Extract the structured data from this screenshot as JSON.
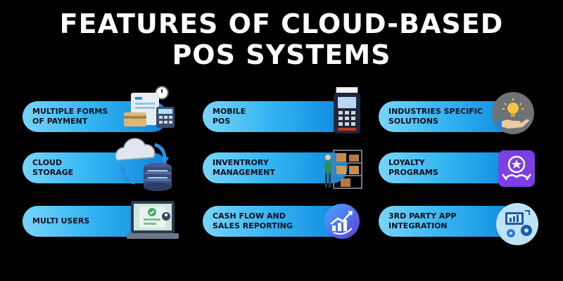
{
  "title": {
    "line1": "FEATURES OF CLOUD-BASED",
    "line2": "POS SYSTEMS"
  },
  "features": [
    {
      "label": "MULTIPLE FORMS\nOF PAYMENT",
      "icon": "payment-icon"
    },
    {
      "label": "CLOUD\nSTORAGE",
      "icon": "cloud-storage-icon"
    },
    {
      "label": "MULTI USERS",
      "icon": "laptop-users-icon"
    },
    {
      "label": "MOBILE\nPOS",
      "icon": "card-terminal-icon"
    },
    {
      "label": "INVENTRORY\nMANAGEMENT",
      "icon": "warehouse-worker-icon"
    },
    {
      "label": "CASH FLOW AND\nSALES REPORTING",
      "icon": "growth-chart-icon"
    },
    {
      "label": "INDUSTRIES SPECIFIC\nSOLUTIONS",
      "icon": "lightbulb-hand-icon"
    },
    {
      "label": "LOYALTY\nPROGRAMS",
      "icon": "loyalty-badge-icon"
    },
    {
      "label": "3RD PARTY APP\nINTEGRATION",
      "icon": "integration-icon"
    }
  ],
  "colors": {
    "background": "#000000",
    "pill_start": "#79d4f8",
    "pill_end": "#0b86dd",
    "title": "#ffffff"
  }
}
